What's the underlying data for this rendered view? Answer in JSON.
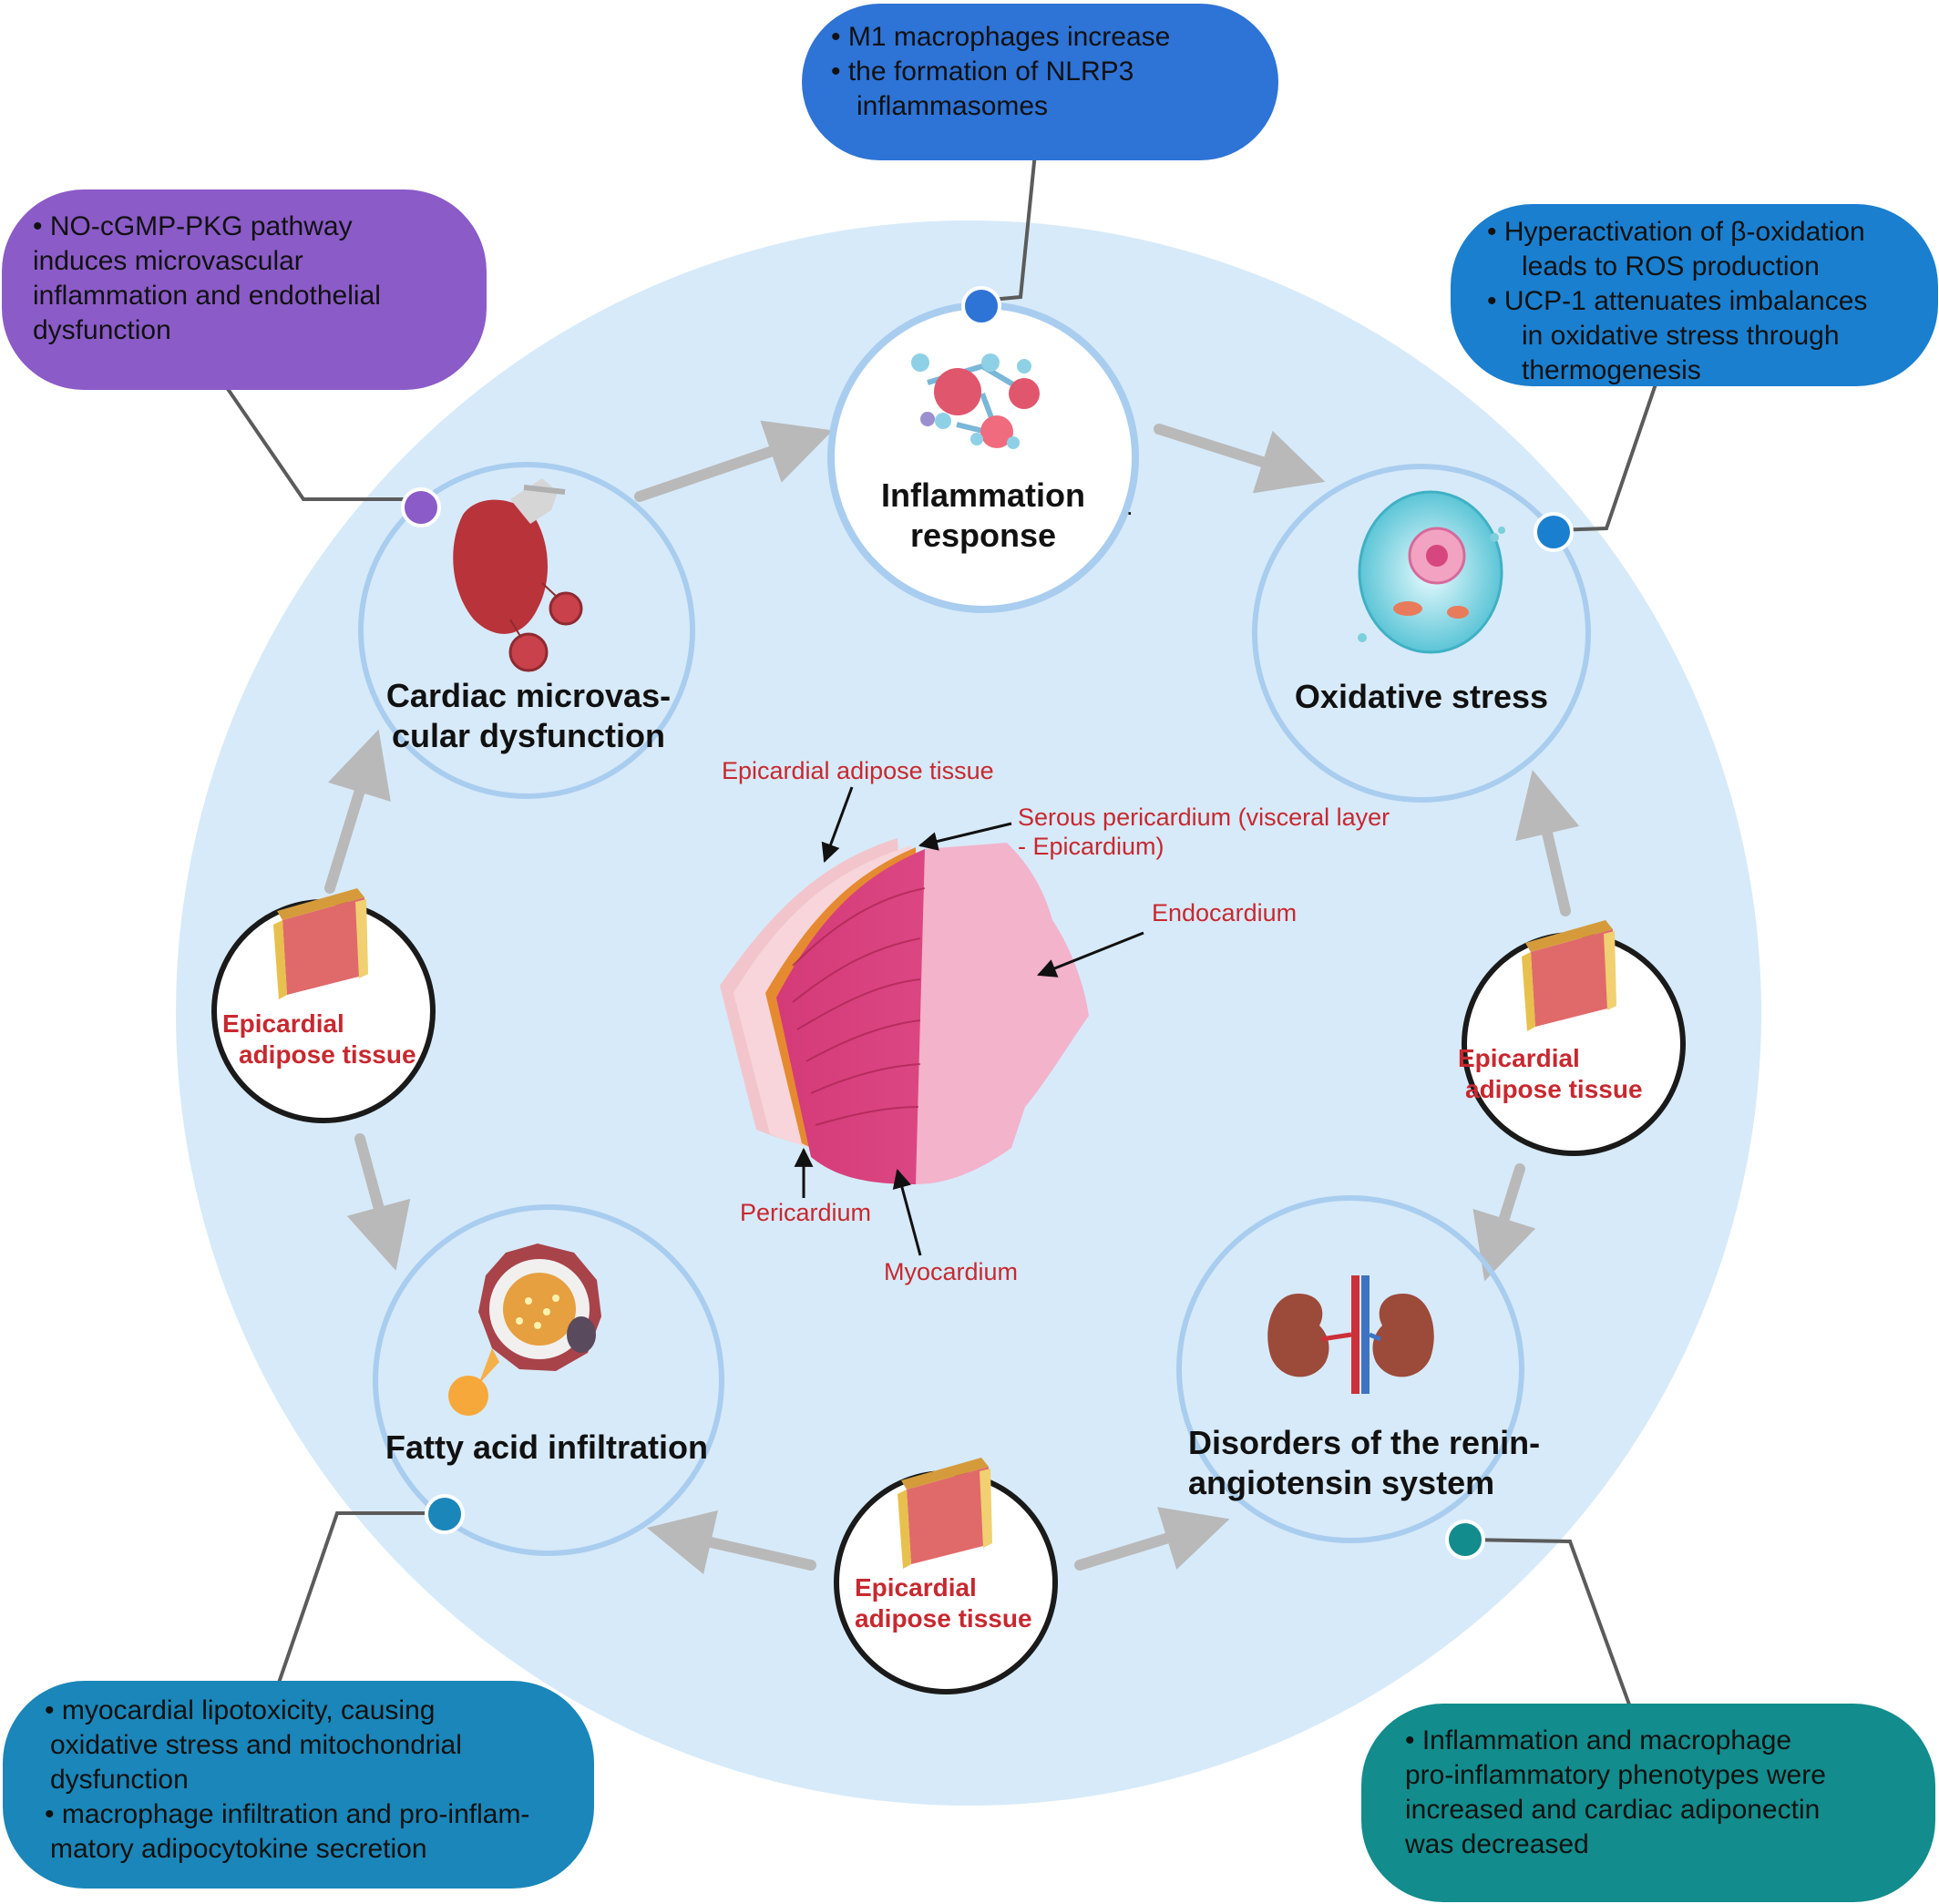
{
  "colors": {
    "background_circle": "#d7eaf9",
    "node_ring": "#a9cdef",
    "arrow": "#b9b9b9",
    "connector": "#5b5b5b",
    "label_red": "#c8282f",
    "box_blue": "#2e73d6",
    "box_purple": "#8b5bc8",
    "box_lightblue": "#1a7fcf",
    "box_teal_blue": "#1a86b9",
    "box_teal": "#128c8c"
  },
  "nodes": {
    "inflammation": {
      "lines": [
        "Inflammation",
        "response"
      ],
      "icon": "molecule-icon"
    },
    "oxidative": {
      "lines": [
        "Oxidative stress"
      ],
      "icon": "cell-icon"
    },
    "cardiac": {
      "lines": [
        "Cardiac microvas-",
        "cular dysfunction"
      ],
      "icon": "heart-icon"
    },
    "fatty": {
      "lines": [
        "Fatty acid infiltration"
      ],
      "icon": "fat-cell-icon"
    },
    "renin": {
      "lines": [
        "Disorders of the renin-",
        "angiotensin system"
      ],
      "icon": "kidney-icon"
    }
  },
  "eat_nodes": {
    "left": {
      "lines": [
        "Epicardial",
        "adipose tissue"
      ],
      "icon": "tissue-layer-icon"
    },
    "right": {
      "lines": [
        "Epicardial",
        "adipose tissue"
      ],
      "icon": "tissue-layer-icon"
    },
    "bottom": {
      "lines": [
        "Epicardial",
        "adipose tissue"
      ],
      "icon": "tissue-layer-icon"
    }
  },
  "boxes": {
    "inflammation": {
      "lines": [
        "• M1 macrophages increase",
        "• the formation of NLRP3",
        "inflammasomes"
      ]
    },
    "cardiac": {
      "lines": [
        "• NO-cGMP-PKG pathway",
        "induces microvascular",
        "inflammation and endothelial",
        "dysfunction"
      ]
    },
    "oxidative": {
      "lines": [
        "• Hyperactivation of β-oxidation",
        "leads to ROS production",
        "• UCP-1 attenuates imbalances",
        "in oxidative stress through",
        "thermogenesis"
      ]
    },
    "fatty": {
      "lines": [
        "• myocardial lipotoxicity, causing",
        "oxidative stress and mitochondrial",
        "dysfunction",
        "• macrophage infiltration and pro-inflam-",
        "matory adipocytokine secretion"
      ]
    },
    "renin": {
      "lines": [
        "• Inflammation and macrophage",
        "pro-inflammatory phenotypes were",
        "increased and cardiac adiponectin",
        "was decreased"
      ]
    }
  },
  "anatomy": {
    "epicardial_adipose_tissue": "Epicardial adipose tissue",
    "serous_line1": "Serous pericardium (visceral layer",
    "serous_line2": "- Epicardium)",
    "endocardium": "Endocardium",
    "pericardium": "Pericardium",
    "myocardium": "Myocardium"
  },
  "stray_mark": "."
}
